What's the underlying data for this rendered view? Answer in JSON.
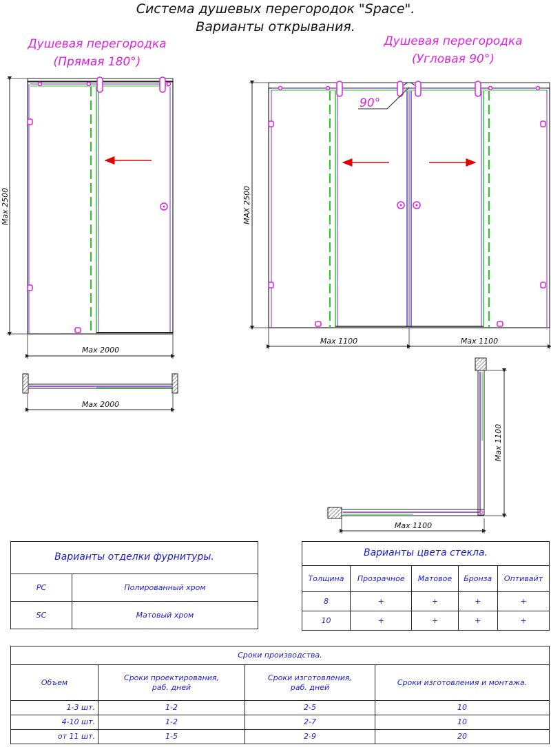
{
  "header": {
    "title_line1": "Система душевых перегородок \"Space\".",
    "title_line2": "Варианты открывания."
  },
  "left_partition": {
    "name": "Душевая перегородка",
    "variant": "(Прямая 180°)",
    "height_label": "Max 2500",
    "width_label": "Max 2000",
    "plan_width_label": "Max 2000"
  },
  "right_partition": {
    "name": "Душевая перегородка",
    "variant": "(Угловая 90°)",
    "angle_label": "90°",
    "height_label": "MAX 2500",
    "left_width_label": "Max 1100",
    "right_width_label": "Max 1100",
    "plan_vertical_label": "Max 1100",
    "plan_horizontal_label": "Max 1100"
  },
  "finish_table": {
    "caption": "Варианты отделки фурнитуры.",
    "rows": [
      {
        "code": "PC",
        "name": "Полированный хром"
      },
      {
        "code": "SC",
        "name": "Матовый хром"
      }
    ]
  },
  "glass_table": {
    "caption": "Варианты цвета стекла.",
    "headers": [
      "Толщина",
      "Прозрачное",
      "Матовое",
      "Бронза",
      "Оптивайт"
    ],
    "rows": [
      [
        "8",
        "+",
        "+",
        "+",
        "+"
      ],
      [
        "10",
        "+",
        "+",
        "+",
        "+"
      ]
    ]
  },
  "production_table": {
    "caption": "Сроки производства.",
    "headers": [
      "Объем",
      "Сроки проектирования,\nраб. дней",
      "Сроки изготовления,\nраб. дней",
      "Сроки изготовления и монтажа."
    ],
    "rows": [
      [
        "1-3 шт.",
        "1-2",
        "2-5",
        "10"
      ],
      [
        "4-10 шт.",
        "1-2",
        "2-7",
        "10"
      ],
      [
        "от 11 шт.",
        "1-5",
        "2-9",
        "20"
      ]
    ]
  },
  "colors": {
    "outline": "#222222",
    "glass": "#7a2ad0",
    "hardware": "#e020e0",
    "door_edge": "#22cc22",
    "arrow": "#e00000",
    "text_blue": "#1a1ad8"
  }
}
